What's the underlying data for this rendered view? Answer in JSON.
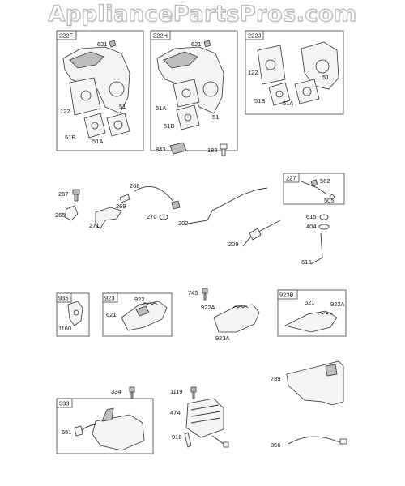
{
  "watermark": "AppliancePartsPros.com",
  "box_tags": {
    "b222F": "222F",
    "b222H": "222H",
    "b222J": "222J",
    "b227": "227",
    "b935": "935",
    "b923": "923",
    "b923B": "923B",
    "b333": "333"
  },
  "part_labels": {
    "p621a": "621",
    "p122a": "122",
    "p51a": "51",
    "p51Ba": "51B",
    "p51Aa": "51A",
    "p621b": "621",
    "p51Ab": "51A",
    "p51Bb": "51B",
    "p51b": "51",
    "p122c": "122",
    "p51c": "51",
    "p51Bc": "51B",
    "p51Ac": "51A",
    "p843": "843",
    "p188": "188",
    "p267": "267",
    "p265": "265",
    "p268": "268",
    "p269": "269",
    "p271": "271",
    "p270": "270",
    "p202": "202",
    "p209": "209",
    "p562": "562",
    "p505": "505",
    "p615": "615",
    "p404": "404",
    "p616": "616",
    "p1160": "1160",
    "p922": "922",
    "p621d": "621",
    "p745": "745",
    "p922A": "922A",
    "p923A": "923A",
    "p621e": "621",
    "p922Ae": "922A",
    "p334": "334",
    "p651": "651",
    "p1119": "1119",
    "p474": "474",
    "p910": "910",
    "p789": "789",
    "p356": "356"
  }
}
